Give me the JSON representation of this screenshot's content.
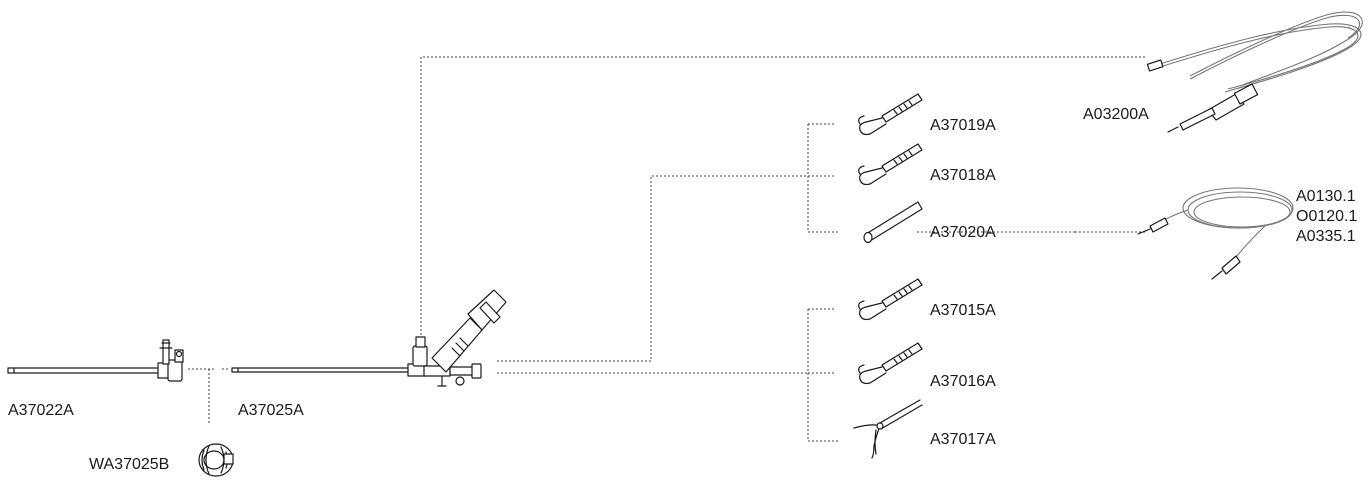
{
  "parts": {
    "sheath": "A37022A",
    "telescope": "A37025A",
    "adapter": "WA37025B",
    "light_cable": "A03200A",
    "forceps_1": "A37019A",
    "forceps_2": "A37018A",
    "electrode": "A37020A",
    "forceps_3": "A37015A",
    "forceps_4": "A37016A",
    "forceps_5": "A37017A",
    "hf_cable_codes": [
      "A0130.1",
      "O0120.1",
      "A0335.1"
    ]
  }
}
